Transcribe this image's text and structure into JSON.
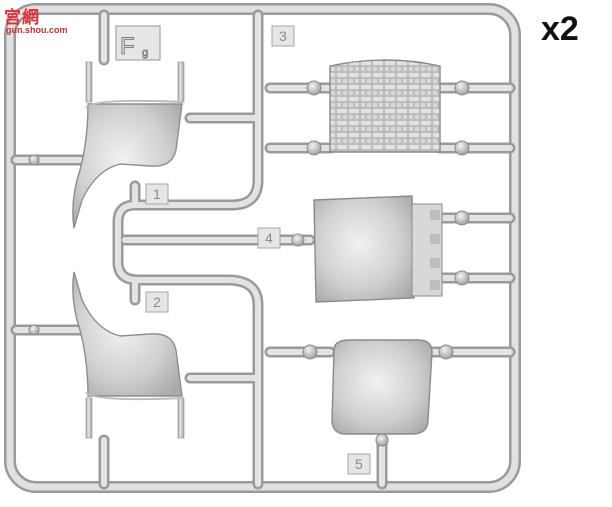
{
  "watermark": {
    "main": "宫網",
    "sub": "gun.shou.com"
  },
  "multiplier": "x2",
  "sprue": {
    "code_letter": "F",
    "code_sub": "g",
    "part_numbers": [
      "1",
      "2",
      "3",
      "4",
      "5"
    ]
  },
  "colors": {
    "plastic": "#c9c9c9",
    "plastic_dark": "#8e8e8e",
    "background": "#ffffff",
    "watermark": "#d8323a"
  }
}
